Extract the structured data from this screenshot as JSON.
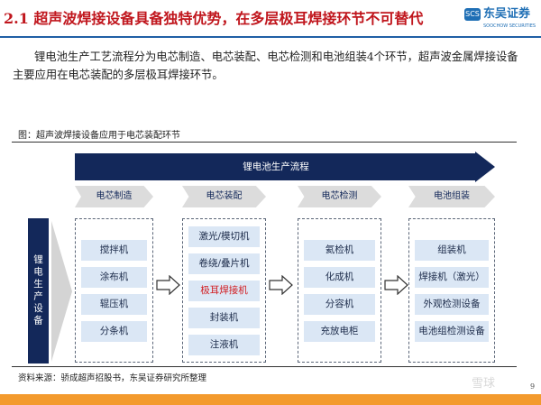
{
  "header": {
    "title": "2.1 超声波焊接设备具备独特优势，在多层极耳焊接环节不可替代",
    "logo_text": "东吴证券",
    "logo_sub": "SOOCHOW SECURITIES",
    "logo_mark": "SCS",
    "accent": "#c0161d",
    "brand": "#1f6fb5"
  },
  "body": {
    "paragraph": "锂电池生产工艺流程分为电芯制造、电芯装配、电芯检测和电池组装4个环节，超声波金属焊接设备主要应用在电芯装配的多层极耳焊接环节。"
  },
  "figure": {
    "caption": "图：超声波焊接设备应用于电芯装配环节",
    "flow_label": "锂电池生产流程",
    "side_label": "锂电生产设备",
    "stages": [
      {
        "name": "电芯制造",
        "items": [
          "搅拌机",
          "涂布机",
          "辊压机",
          "分条机"
        ]
      },
      {
        "name": "电芯装配",
        "items": [
          "激光/模切机",
          "卷绕/叠片机",
          "极耳焊接机",
          "封装机",
          "注液机"
        ],
        "highlight": "极耳焊接机"
      },
      {
        "name": "电芯检测",
        "items": [
          "氦检机",
          "化成机",
          "分容机",
          "充放电柜"
        ]
      },
      {
        "name": "电池组装",
        "items": [
          "组装机",
          "焊接机（激光）",
          "外观检测设备",
          "电池组检测设备"
        ]
      }
    ],
    "highlight_color": "#d21e22",
    "dark_color": "#13285a"
  },
  "footer": {
    "source": "资料来源：骄成超声招股书，东吴证券研究所整理",
    "page": "9",
    "watermark": "雪球"
  }
}
